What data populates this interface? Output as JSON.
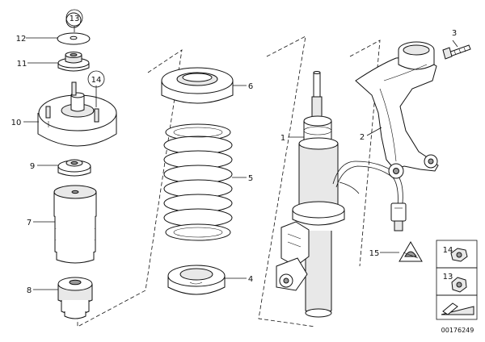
{
  "diagram": {
    "document_number": "00176249",
    "callouts": [
      {
        "id": "p1",
        "label": "1"
      },
      {
        "id": "p2",
        "label": "2"
      },
      {
        "id": "p3",
        "label": "3"
      },
      {
        "id": "p4",
        "label": "4"
      },
      {
        "id": "p5",
        "label": "5"
      },
      {
        "id": "p6",
        "label": "6"
      },
      {
        "id": "p7",
        "label": "7"
      },
      {
        "id": "p8",
        "label": "8"
      },
      {
        "id": "p9",
        "label": "9"
      },
      {
        "id": "p10",
        "label": "10"
      },
      {
        "id": "p11",
        "label": "11"
      },
      {
        "id": "p12",
        "label": "12"
      },
      {
        "id": "p13",
        "label": "13"
      },
      {
        "id": "p14",
        "label": "14"
      },
      {
        "id": "p15",
        "label": "15"
      },
      {
        "id": "legend14",
        "label": "14"
      },
      {
        "id": "legend13",
        "label": "13"
      }
    ]
  }
}
